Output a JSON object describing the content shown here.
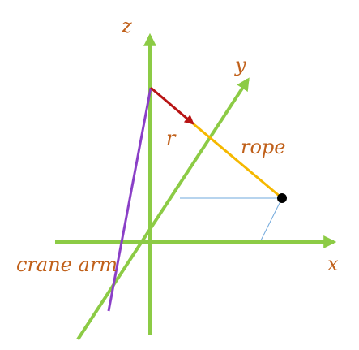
{
  "diagram": {
    "labels": {
      "z": "z",
      "y": "y",
      "x": "x",
      "r": "r",
      "rope": "rope",
      "crane_arm": "crane arm"
    },
    "colors": {
      "axis": "#8CCB45",
      "label_text": "#C0601A",
      "vector_r": "#B81414",
      "rope": "#F5B800",
      "crane_arm": "#8A3FC7",
      "projection_lines": "#6FA8DC",
      "point": "#000000"
    }
  }
}
